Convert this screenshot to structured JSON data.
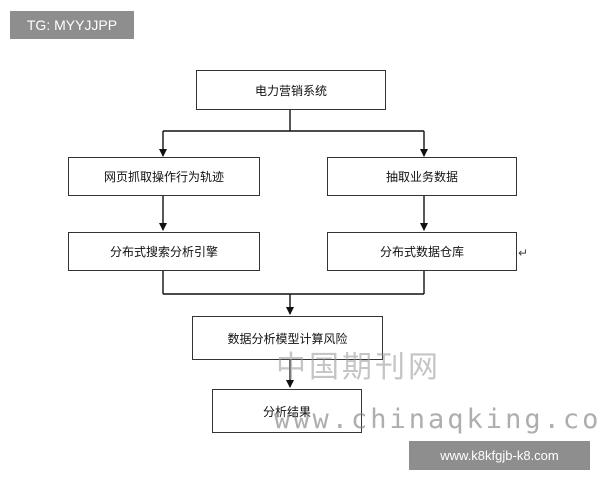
{
  "watermark_tag": "TG: MYYJJPP",
  "nodes": {
    "system": "电力营销系统",
    "web_crawl": "网页抓取操作行为轨迹",
    "extract": "抽取业务数据",
    "search_engine": "分布式搜索分析引擎",
    "warehouse": "分布式数据仓库",
    "model": "数据分析模型计算风险",
    "result": "分析结果"
  },
  "paragraph_mark": "↵",
  "watermarks": {
    "site_cn": "中国期刊网",
    "site_url": "www.chinaqking.com",
    "badge": "www.k8kfgjb-k8.com"
  }
}
